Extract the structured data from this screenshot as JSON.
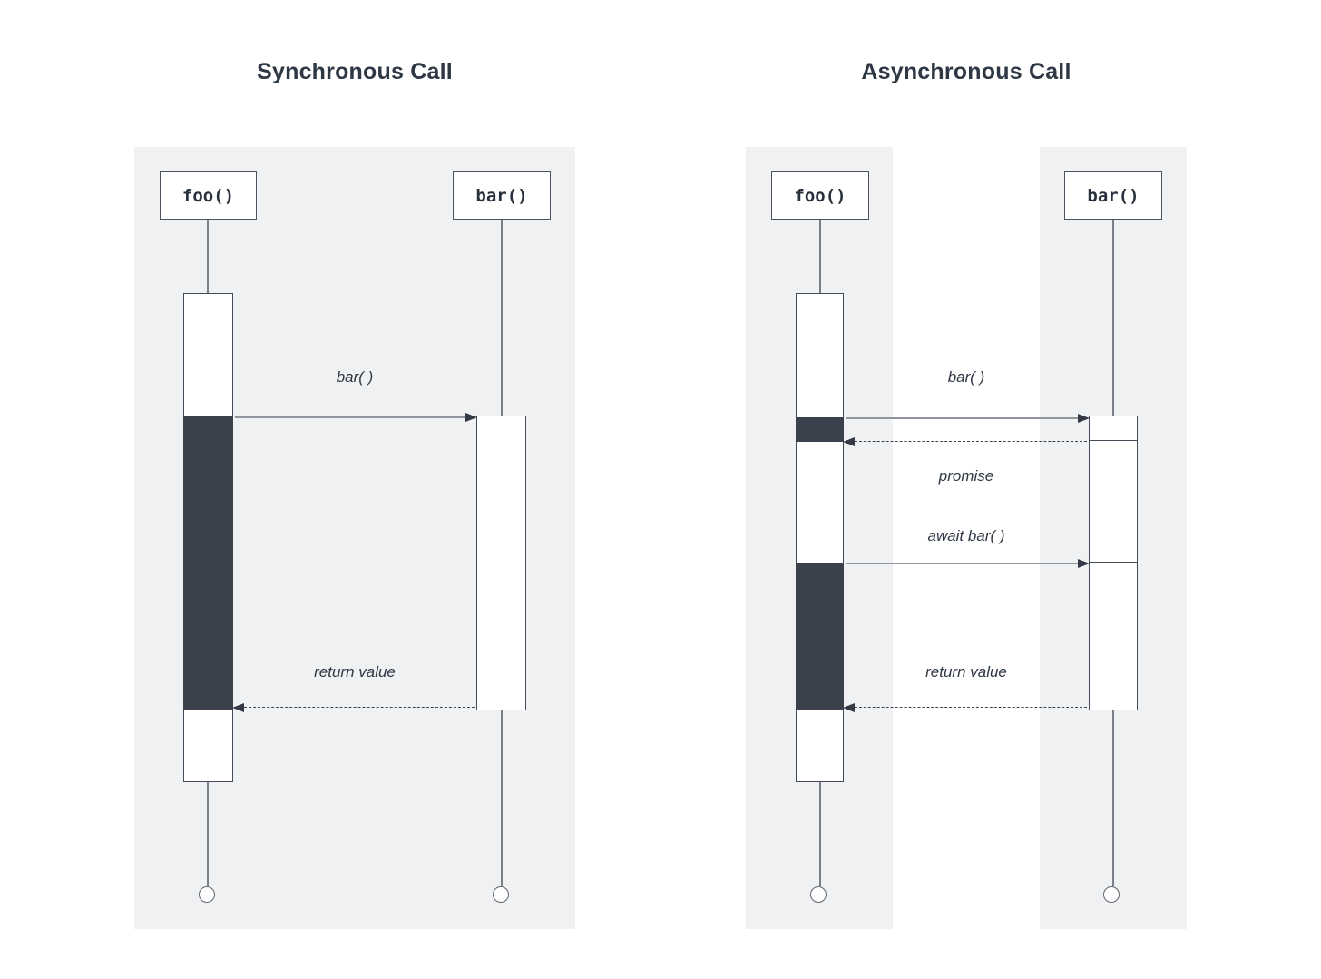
{
  "colors": {
    "background": "#ffffff",
    "panel_bg": "#f0f1f3",
    "activation_dark_fill": "#3a404c",
    "box_border": "#4c5360",
    "arrow_line_gray": "#91969e",
    "arrowhead_dark": "#333a46",
    "text_dark": "#2e3744"
  },
  "diagrams": [
    {
      "title": "Synchronous Call",
      "actors": [
        {
          "name": "foo()"
        },
        {
          "name": "bar()"
        }
      ],
      "messages": [
        {
          "label": "bar( )",
          "type": "solid",
          "from": "foo",
          "to": "bar"
        },
        {
          "label": "return value",
          "type": "dashed",
          "from": "bar",
          "to": "foo"
        }
      ]
    },
    {
      "title": "Asynchronous Call",
      "actors": [
        {
          "name": "foo()"
        },
        {
          "name": "bar()"
        }
      ],
      "messages": [
        {
          "label": "bar( )",
          "type": "solid",
          "from": "foo",
          "to": "bar"
        },
        {
          "label": "promise",
          "type": "dashed",
          "from": "bar",
          "to": "foo"
        },
        {
          "label": "await bar( )",
          "type": "solid",
          "from": "foo",
          "to": "bar"
        },
        {
          "label": "return value",
          "type": "dashed",
          "from": "bar",
          "to": "foo"
        }
      ]
    }
  ]
}
